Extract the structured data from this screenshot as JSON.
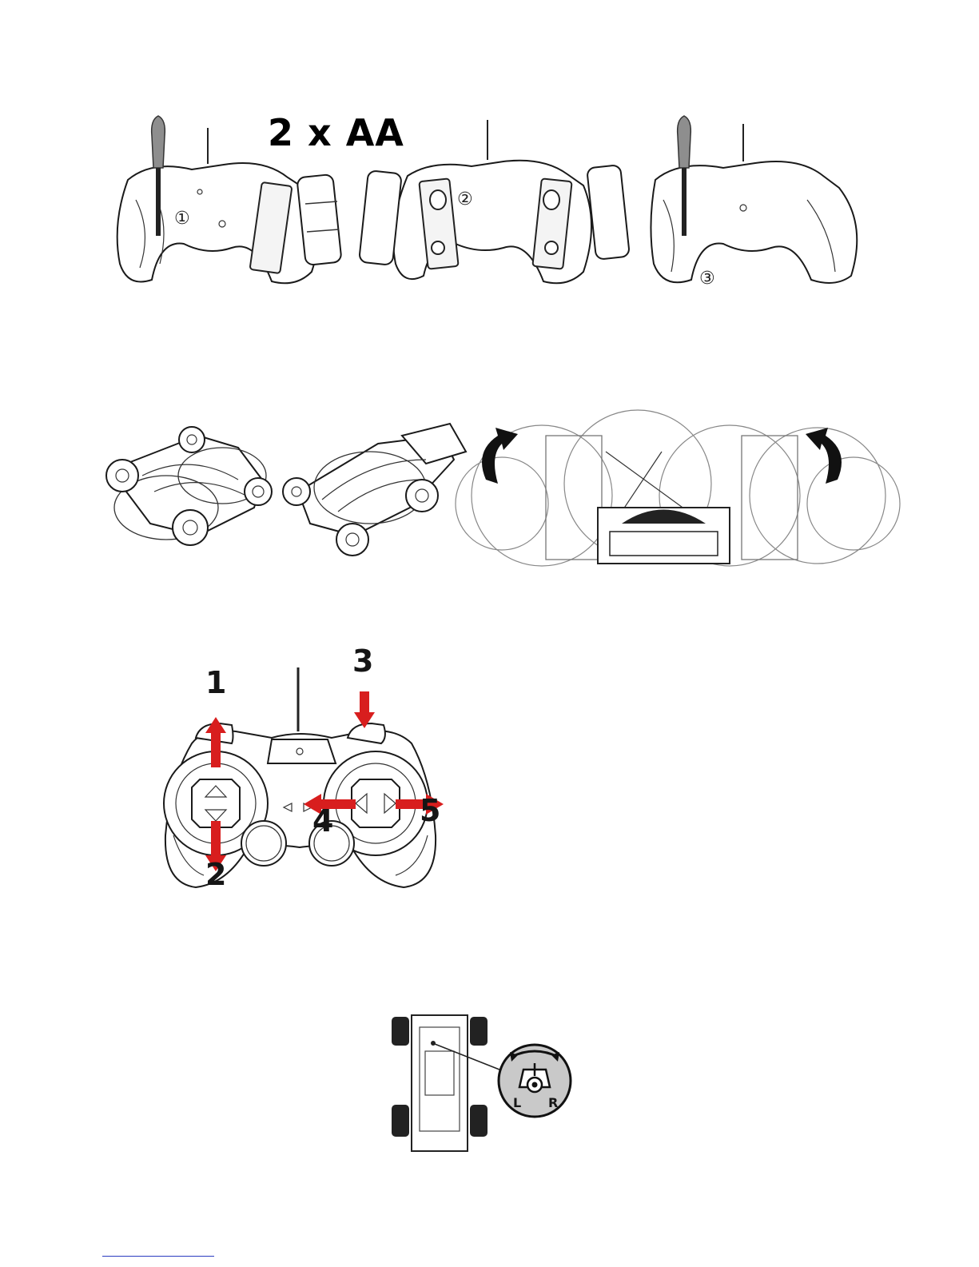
{
  "battery_section": {
    "label": "2 x AA",
    "steps": [
      "①",
      "②",
      "③"
    ]
  },
  "controller_section": {
    "callouts": [
      "1",
      "2",
      "3",
      "4",
      "5"
    ]
  },
  "trim_section": {
    "left_label": "L",
    "right_label": "R"
  },
  "colors": {
    "arrow_red": "#d81e1e",
    "arrow_black": "#111111",
    "trim_dial_grey": "#c9c9c9"
  }
}
